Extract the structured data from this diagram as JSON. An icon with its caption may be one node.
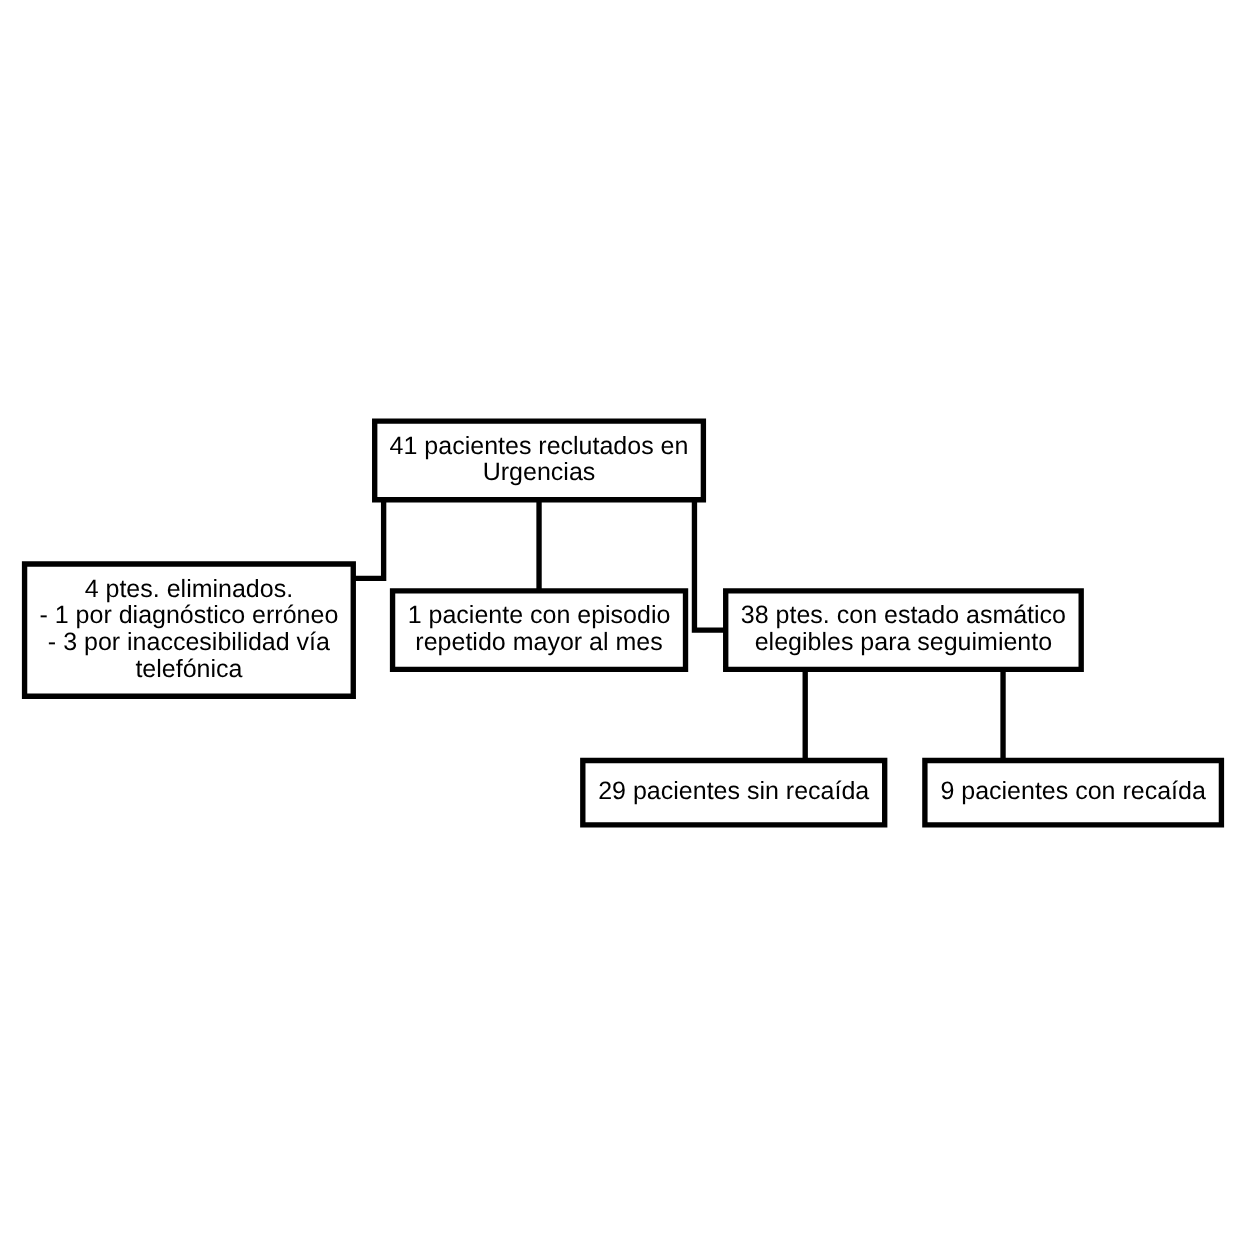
{
  "diagram": {
    "nodes": [
      {
        "text": [
          "41 pacientes reclutados en Urgencias"
        ]
      },
      {
        "text": [
          "4 ptes. eliminados.",
          "- 1 por diagnóstico erróneo",
          "- 3 por inaccesibilidad vía telefónica"
        ]
      },
      {
        "text": [
          "1 paciente con episodio repetido mayor al mes"
        ]
      },
      {
        "text": [
          "38 ptes. con estado asmático elegibles para seguimiento"
        ]
      },
      {
        "text": [
          "29 pacientes sin recaída"
        ]
      },
      {
        "text": [
          "9 pacientes con recaída"
        ]
      }
    ],
    "edges": [
      {
        "from": 0,
        "to": 1,
        "arrow": "none"
      },
      {
        "from": 0,
        "to": 2,
        "arrow": "none"
      },
      {
        "from": 0,
        "to": 3,
        "arrow": "none"
      },
      {
        "from": 3,
        "to": 4,
        "arrow": "none"
      },
      {
        "from": 3,
        "to": 5,
        "arrow": "none"
      }
    ]
  }
}
